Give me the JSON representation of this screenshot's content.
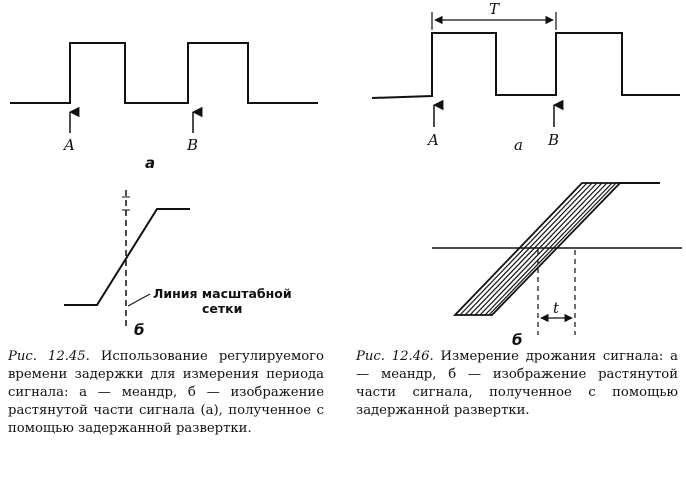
{
  "figure_12_45": {
    "panel_a": {
      "marker_left": "A",
      "marker_right": "B",
      "panel_label": "а"
    },
    "panel_b": {
      "panel_label": "б",
      "annotation_line1": "Линия масштабной",
      "annotation_line2": "сетки"
    },
    "caption": {
      "title": "Рис. 12.45.",
      "body": "Использование регулируемого времени задержки для измерения периода сигнала: а — меандр, б — изображение растянутой части сигнала (а), полученное с помощью задержанной развертки."
    }
  },
  "figure_12_46": {
    "panel_a": {
      "period_label": "T",
      "marker_left": "A",
      "marker_right": "B",
      "panel_label": "а"
    },
    "panel_b": {
      "panel_label": "б",
      "interval_label": "t"
    },
    "caption": {
      "title": "Рис. 12.46.",
      "body": "Измерение дрожания сигнала: а — меандр, б — изображение растянутой части сигнала, полученное с помощью задержанной развертки."
    }
  }
}
